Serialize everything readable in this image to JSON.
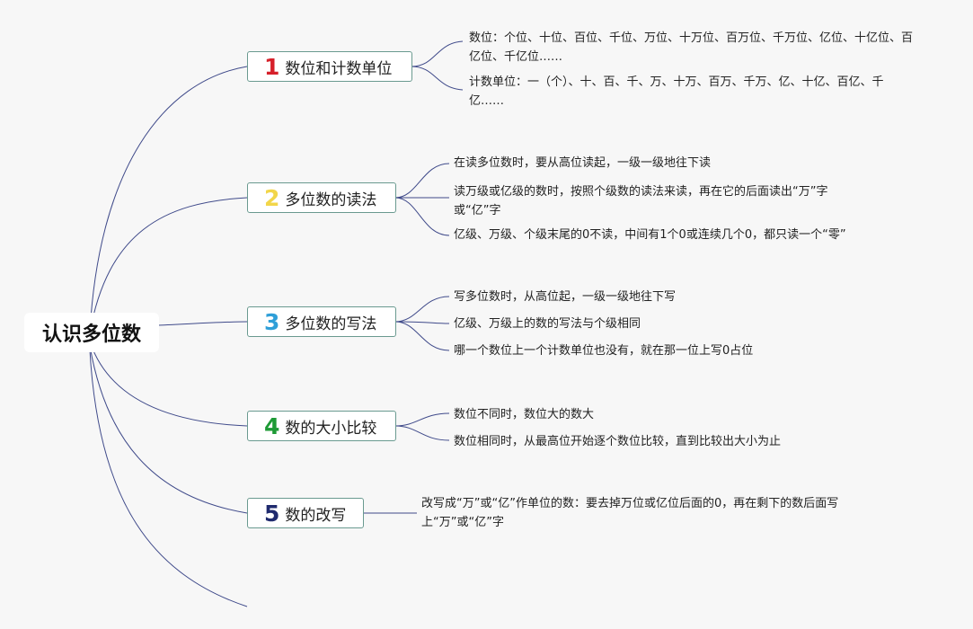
{
  "root": {
    "label": "认识多位数"
  },
  "branches": [
    {
      "num": "1",
      "color": "#d6202a",
      "label": "数位和计数单位",
      "items": [
        "数位：个位、十位、百位、千位、万位、十万位、百万位、千万位、亿位、十亿位、百亿位、千亿位……",
        "计数单位：一（个）、十、百、千、万、十万、百万、千万、亿、十亿、百亿、千亿……"
      ]
    },
    {
      "num": "2",
      "color": "#f2d64a",
      "label": "多位数的读法",
      "items": [
        "在读多位数时，要从高位读起，一级一级地往下读",
        "读万级或亿级的数时，按照个级数的读法来读，再在它的后面读出“万”字或“亿”字",
        "亿级、万级、个级末尾的0不读，中间有1个0或连续几个0，都只读一个“零”"
      ]
    },
    {
      "num": "3",
      "color": "#2f9fd8",
      "label": "多位数的写法",
      "items": [
        "写多位数时，从高位起，一级一级地往下写",
        "亿级、万级上的数的写法与个级相同",
        "哪一个数位上一个计数单位也没有，就在那一位上写0占位"
      ]
    },
    {
      "num": "4",
      "color": "#1e9a36",
      "label": "数的大小比较",
      "items": [
        "数位不同时，数位大的数大",
        "数位相同时，从最高位开始逐个数位比较，直到比较出大小为止"
      ]
    },
    {
      "num": "5",
      "color": "#1f2a6e",
      "label": "数的改写",
      "items": [
        "改写成“万”或“亿”作单位的数：要去掉万位或亿位后面的0，再在剩下的数后面写上“万”或“亿”字"
      ]
    }
  ]
}
